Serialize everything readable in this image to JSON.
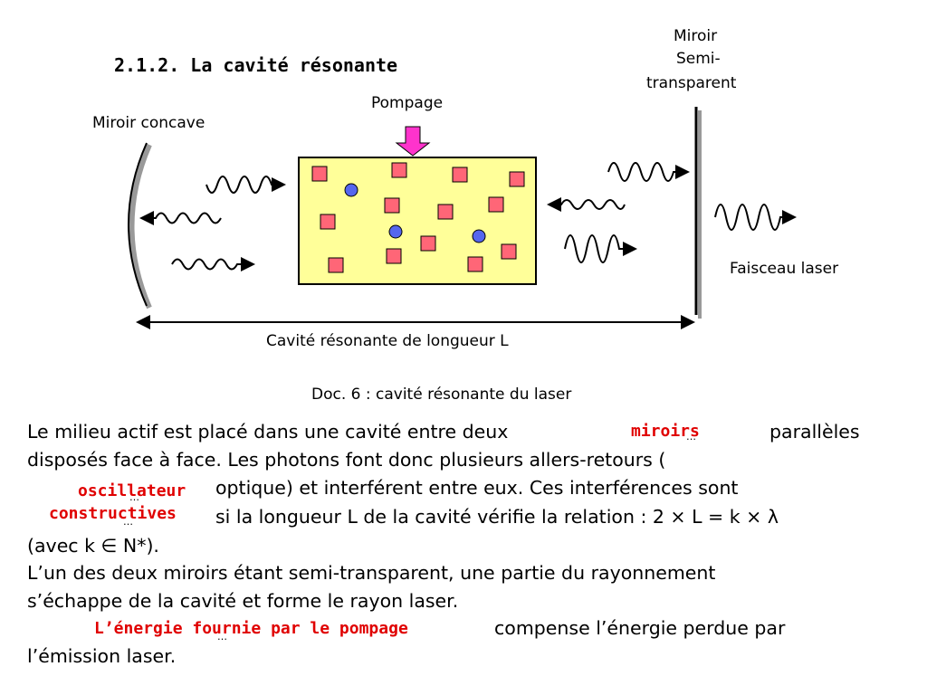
{
  "section_title": "2.1.2. La cavité résonante",
  "labels": {
    "miroir_semi_line1": "Miroir",
    "miroir_semi_line2": "Semi-",
    "miroir_semi_line3": "transparent",
    "pompage": "Pompage",
    "miroir_concave": "Miroir concave",
    "faisceau_laser": "Faisceau laser",
    "cavite_longueur": "Cavité résonante de longueur L"
  },
  "caption": "Doc. 6 : cavité résonante du laser",
  "text": {
    "line1a": "Le milieu actif est placé dans une cavité entre deux",
    "line1b": "parallèles",
    "line2": "disposés face à face. Les photons font donc plusieurs allers-retours (",
    "line3": "optique) et interférent entre eux. Ces interférences sont",
    "line4": "si la longueur L de la cavité vérifie la relation : 2 × L = k × λ",
    "line5": "(avec k ∈ N*).",
    "line6": "L’un des deux miroirs étant semi-transparent, une partie du rayonnement",
    "line7": "s’échappe de la cavité et forme le rayon laser.",
    "line8": "compense l’énergie perdue par",
    "line9": "l’émission laser."
  },
  "answers": {
    "miroirs": "miroirs",
    "oscillateur": "oscillateur",
    "constructives": "constructives",
    "energie": "L’énergie fournie par le pompage"
  },
  "blank_marker": "…",
  "colors": {
    "medium_fill": "#ffff99",
    "atom_square": "#ff6677",
    "atom_circle": "#5566ee",
    "pump_arrow": "#ff33cc",
    "answer_text": "#e00000"
  }
}
